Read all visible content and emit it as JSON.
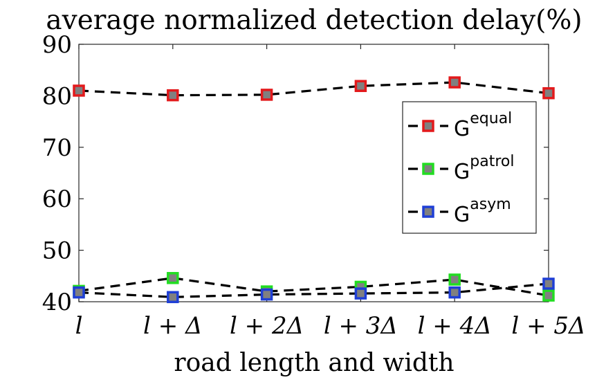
{
  "chart_data": {
    "type": "line",
    "title": "average normalized detection delay(%)",
    "xlabel": "road length and width",
    "ylabel": "",
    "categories": [
      "l",
      "l + Δ",
      "l + 2Δ",
      "l + 3Δ",
      "l + 4Δ",
      "l + 5Δ"
    ],
    "ylim": [
      40,
      90
    ],
    "yticks": [
      40,
      50,
      60,
      70,
      80,
      90
    ],
    "grid": false,
    "legend_position": "right",
    "series": [
      {
        "name": "G",
        "sup": "equal",
        "edge_color": "#e31a1c",
        "values": [
          81.0,
          80.1,
          80.2,
          81.9,
          82.6,
          80.5
        ]
      },
      {
        "name": "G",
        "sup": "patrol",
        "edge_color": "#22dd22",
        "values": [
          42.1,
          44.6,
          42.0,
          42.9,
          44.3,
          41.2
        ]
      },
      {
        "name": "G",
        "sup": "asym",
        "edge_color": "#1f3fd6",
        "values": [
          41.8,
          40.9,
          41.4,
          41.6,
          41.8,
          43.5
        ]
      }
    ],
    "line_color": "#000000",
    "marker_fill": "#808080"
  }
}
